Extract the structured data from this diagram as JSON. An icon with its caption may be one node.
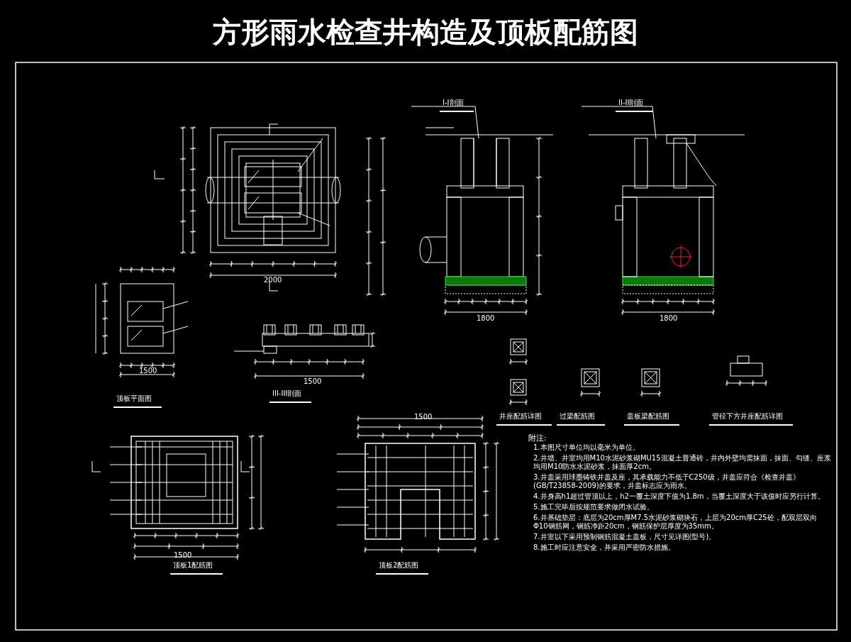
{
  "diagram": {
    "title": "方形雨水检查井构造及顶板配筋图",
    "labels": [
      "I-I剖面",
      "II-II剖面",
      "顶板平面图",
      "III-III剖面",
      "井座配筋详图",
      "过梁配筋图",
      "盖板梁配筋图",
      "管径下方井座配筋详图",
      "顶板1配筋图",
      "顶板2配筋图",
      "附注:",
      "1.本图尺寸单位均以毫米为单位。",
      "2.井墙、井室均用M10水泥砂浆砌MU15混凝土普通砖，井内外壁均需抹面，抹面、勾缝、座浆均用M10防水水泥砂浆，抹面厚2cm。",
      "3.井盖采用球墨铸铁井盖及座，其承载能力不低于C250级，井盖应符合《检查井盖》(GB/T23858-2009)的要求，井盖标志应为雨水。",
      "4.井身高h1超过管顶以上，h2一覆土深度下值为1.8m，当覆土深度大于该值时应另行计算。",
      "5.施工完毕后按规范要求做闭水试验。",
      "6.井基础垫层：底层为20cm厚M7.5水泥砂浆砌块石，上层为20cm厚C25砼，配双层双向Φ10钢筋网，钢筋净距20cm，钢筋保护层厚度为35mm。",
      "7.井室以下采用预制钢筋混凝土盖板，尺寸见详图(型号)。",
      "8.施工时应注意安全，并采用严密防水措施。",
      "2000",
      "1500",
      "1500",
      "1800",
      "1800",
      "1500",
      "1500"
    ]
  }
}
